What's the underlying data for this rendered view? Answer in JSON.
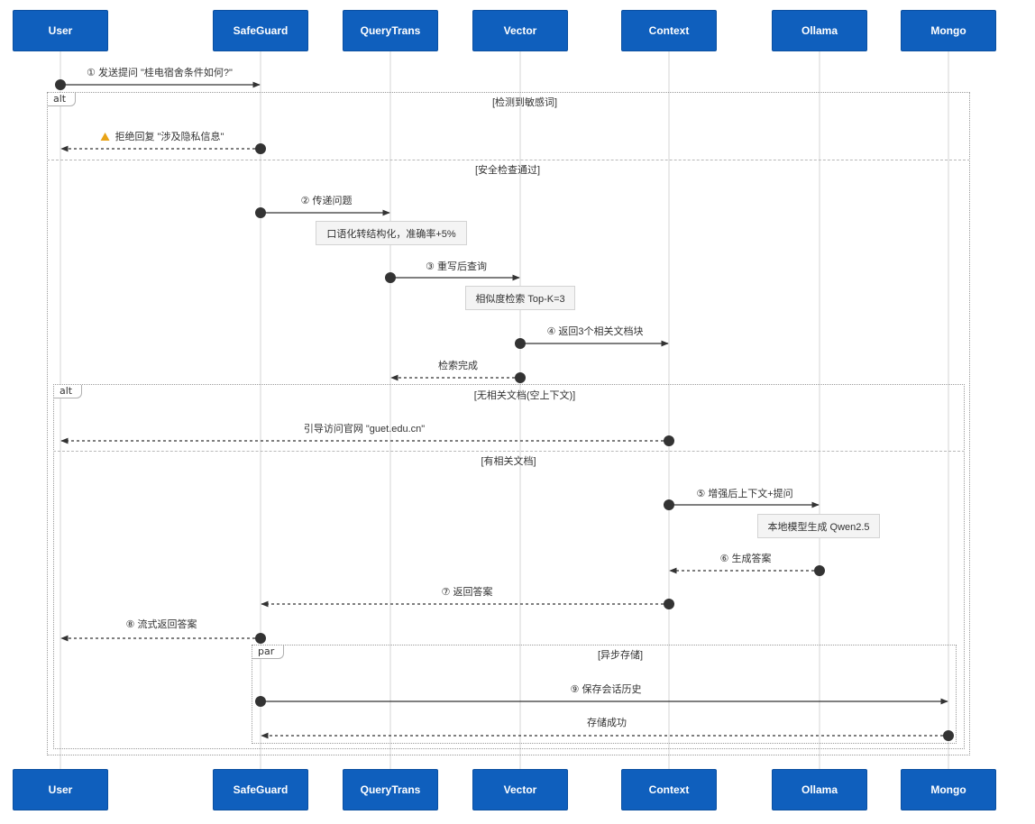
{
  "actors": [
    "User",
    "SafeGuard",
    "QueryTrans",
    "Vector",
    "Context",
    "Ollama",
    "Mongo"
  ],
  "fragments": {
    "alt1": {
      "tag": "alt",
      "conditions": [
        "[检测到敏感词]",
        "[安全检查通过]"
      ]
    },
    "alt2": {
      "tag": "alt",
      "conditions": [
        "[无相关文档(空上下文)]",
        "[有相关文档]"
      ]
    },
    "par": {
      "tag": "par",
      "conditions": [
        "[异步存储]"
      ]
    }
  },
  "messages": [
    {
      "text": "① 发送提问 \"桂电宿舍条件如何?\""
    },
    {
      "text": "拒绝回复 \"涉及隐私信息\"",
      "icon": "warning-icon"
    },
    {
      "text": "② 传递问题"
    },
    {
      "text": "③ 重写后查询"
    },
    {
      "text": "④ 返回3个相关文档块"
    },
    {
      "text": "检索完成"
    },
    {
      "text": "引导访问官网 \"guet.edu.cn\""
    },
    {
      "text": "⑤ 增强后上下文+提问"
    },
    {
      "text": "⑥ 生成答案"
    },
    {
      "text": "⑦ 返回答案"
    },
    {
      "text": "⑧ 流式返回答案"
    },
    {
      "text": "⑨ 保存会话历史"
    },
    {
      "text": "存储成功"
    }
  ],
  "notes": [
    {
      "text": "口语化转结构化，准确率+5%"
    },
    {
      "text": "相似度检索 Top-K=3"
    },
    {
      "text": "本地模型生成 Qwen2.5"
    }
  ],
  "colors": {
    "actor_fill": "#0f5fbd",
    "line": "#333333",
    "lifeline": "#d6d6d6",
    "warning": "#e8a317"
  }
}
